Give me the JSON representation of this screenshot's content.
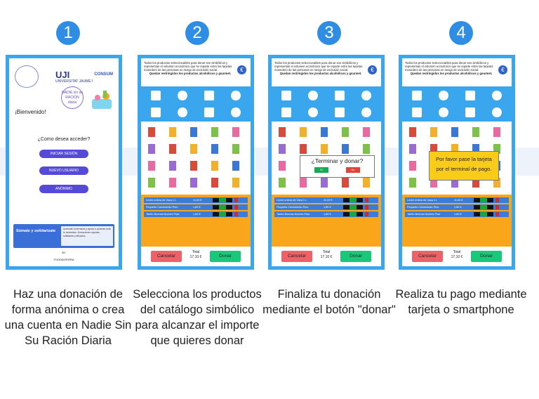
{
  "steps": [
    {
      "number": "1",
      "caption": "Haz una donación de forma anónima o crea una cuenta en Nadie Sin Su Ración Diaria"
    },
    {
      "number": "2",
      "caption": "Selecciona los productos del catálogo simbólico para alcanzar el importe que quieres donar"
    },
    {
      "number": "3",
      "caption": "Finaliza tu donación mediante el botón \"donar\""
    },
    {
      "number": "4",
      "caption": "Realiza tu pago mediante tarjeta o smartphone"
    }
  ],
  "login": {
    "uji_label": "UJI",
    "uji_subtitle": "UNIVERSITAT JAUME I",
    "consum_label": "CONSUM",
    "nadie_logo": "NADIE sin su RACIÓN diaria",
    "welcome": "¡Bienvenido!",
    "how_access": "¿Como desea acceder?",
    "btn_login": "INICIAR SESIÓN",
    "btn_new_user": "NUEVO USUARIO",
    "btn_anonymous": "ANÓNIMO",
    "banner_title": "Súmate y solidarízate",
    "banner_text": "Acércate al terminal y ayuda a quienes más lo necesitan. Donaciones rápidas, solidarias y eficaces.",
    "by_label": "BY",
    "by_org": "FOODINTERRA"
  },
  "app": {
    "header_text": "Todos los productos seleccionables para donar son simbólicos y representan el volumen económico que se reparte entre las tarjetas monedero de las personas en riesgo de exclusión social.",
    "header_note": "Quedan restringidos los productos alcohólicos y gourmet.",
    "euro_icon": "euro-icon",
    "cart_rows": [
      {
        "name": "Leche entera de Vaca 1 L",
        "price": "11,00 €"
      },
      {
        "name": "Pequeño Crecimiento Prec",
        "price": "1,80 €"
      },
      {
        "name": "Tarrito Buenas Noches Pras",
        "price": "1,80 €"
      }
    ],
    "cancel_label": "Cancelar",
    "total_label": "Total",
    "total_value": "17,10 €",
    "donate_label": "Donar"
  },
  "confirm_dialog": {
    "question": "¿Terminar y donar?",
    "yes": "Sí",
    "no": "No"
  },
  "pay_box": {
    "line1": "Por favor pase la tarjeta",
    "line2": "por el terminal de pago."
  },
  "colors": {
    "accent": "#2f8de4",
    "frame": "#3aa6ee",
    "orange": "#f9a61a",
    "cancel": "#ef6168",
    "donate": "#19c97a"
  }
}
